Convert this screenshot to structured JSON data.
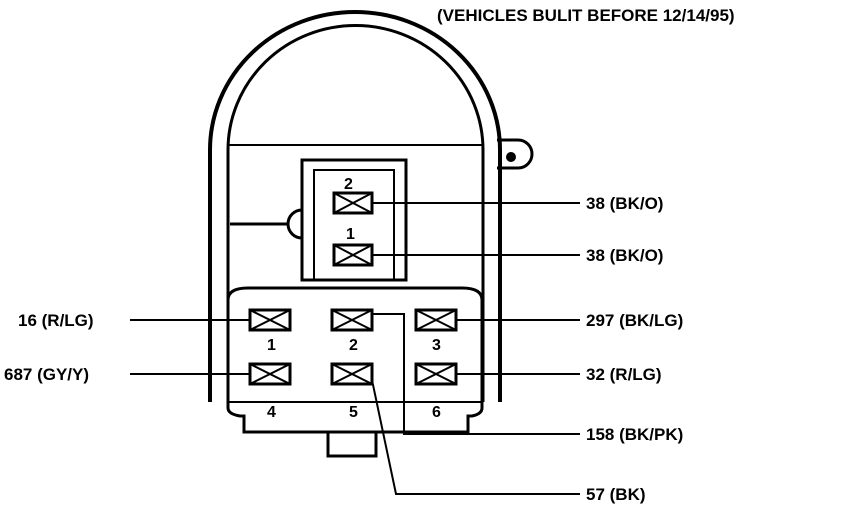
{
  "caption": "(VEHICLES BULIT BEFORE 12/14/95)",
  "upper_cavities": [
    "2",
    "1"
  ],
  "lower_cavities": [
    "1",
    "2",
    "3",
    "4",
    "5",
    "6"
  ],
  "wires": {
    "upper_cavity_2": "38 (BK/O)",
    "upper_cavity_1": "38 (BK/O)",
    "lower_cavity_1": "16 (R/LG)",
    "lower_cavity_3": "297 (BK/LG)",
    "lower_cavity_4": "687 (GY/Y)",
    "lower_cavity_6": "32 (R/LG)",
    "lower_cavity_2": "158 (BK/PK)",
    "lower_cavity_5": "57 (BK)"
  }
}
